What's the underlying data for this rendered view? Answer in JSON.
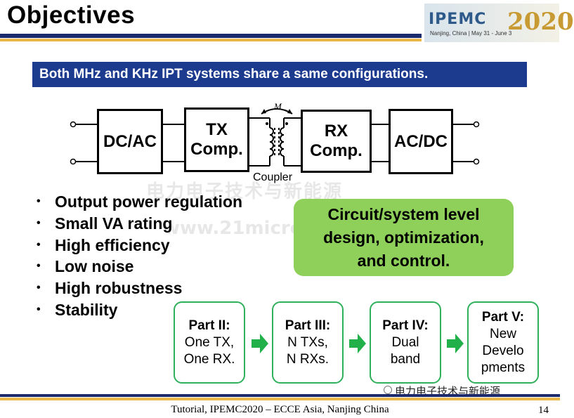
{
  "header": {
    "title": "Objectives",
    "logo": {
      "text": "IPEMC",
      "year": "2020",
      "subtitle": "Nanjing, China | May 31 - June 3"
    }
  },
  "banner": {
    "text": "Both MHz and KHz IPT systems share a same configurations."
  },
  "diagram": {
    "block_dcac": "DC/AC",
    "block_tx_line1": "TX",
    "block_tx_line2": "Comp.",
    "mutual_label": "M",
    "block_rx_line1": "RX",
    "block_rx_line2": "Comp.",
    "block_acdc": "AC/DC",
    "coupler_label": "Coupler"
  },
  "bullets": [
    "Output power regulation",
    "Small VA rating",
    "High efficiency",
    "Low noise",
    "High robustness",
    "Stability"
  ],
  "callout": {
    "line1": "Circuit/system level",
    "line2": "design, optimization,",
    "line3": "and control."
  },
  "parts": [
    {
      "heading": "Part II:",
      "lines": [
        "One TX,",
        "One RX."
      ]
    },
    {
      "heading": "Part III:",
      "lines": [
        "N TXs,",
        "N RXs."
      ]
    },
    {
      "heading": "Part IV:",
      "lines": [
        "Dual",
        "band"
      ]
    },
    {
      "heading": "Part V:",
      "lines": [
        "New",
        "Develo",
        "pments"
      ]
    }
  ],
  "watermark": {
    "line1": "电力电子技术与新能源",
    "line2": "www.21micro-grid.com"
  },
  "wechat_label": "电力电子技术与新能源",
  "footer": {
    "text": "Tutorial, IPEMC2020 – ECCE Asia, Nanjing China",
    "page": "14"
  },
  "colors": {
    "banner": "#1c3b8f",
    "bar_dark": "#1a2a6c",
    "bar_gold": "#e8b64a",
    "callout_green": "#8ed05a",
    "part_border": "#2fb05a",
    "arrow_green": "#22b04a"
  }
}
